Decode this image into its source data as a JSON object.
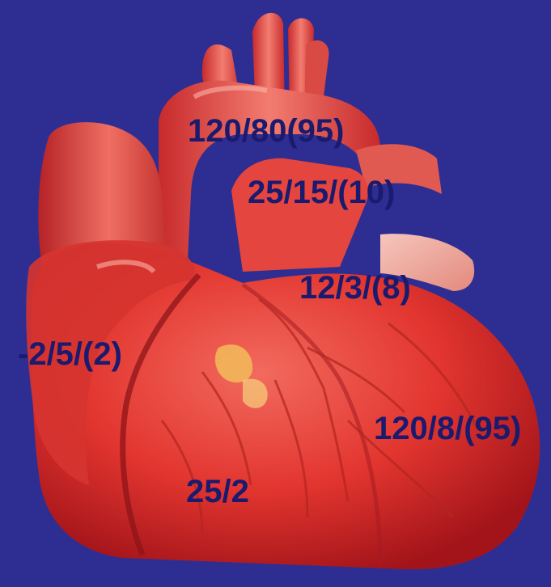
{
  "background_color": "#2e2e92",
  "label_color": "#1a1a6e",
  "heart_image": {
    "icon": "anatomical-heart-icon"
  },
  "pressure_labels": {
    "aorta": "120/80(95)",
    "pulmonary_artery": "25/15/(10)",
    "left_atrium": "12/3/(8)",
    "right_atrium": "-2/5/(2)",
    "left_ventricle": "120/8/(95)",
    "right_ventricle": "25/2"
  }
}
